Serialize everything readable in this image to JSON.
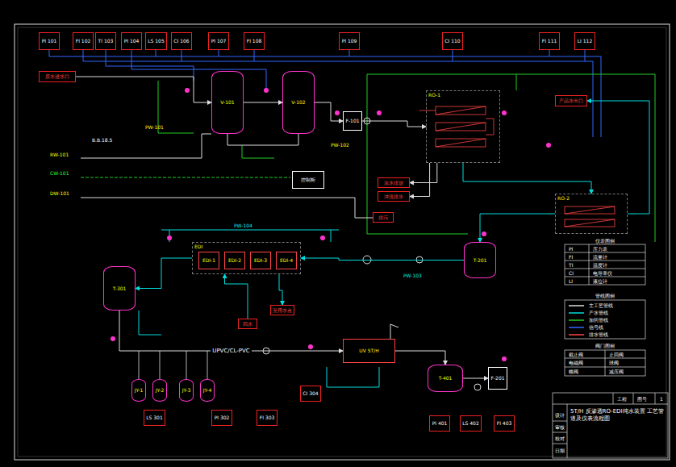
{
  "diagram": {
    "title": "5T/H 反渗透RO-EDI纯水装置 工艺管道及仪表流程图",
    "nodes": [
      {
        "text": [
          "原水进水口"
        ]
      },
      {
        "text": [
          "V-101"
        ]
      },
      {
        "text": [
          "V-102"
        ]
      },
      {
        "text": [
          "F-101"
        ]
      },
      {
        "text": [
          "RO-1"
        ]
      },
      {
        "text": [
          "RO-2"
        ]
      },
      {
        "text": [
          "产品水出口"
        ]
      },
      {
        "text": [
          "浓水排放"
        ]
      },
      {
        "text": [
          "冲洗排水"
        ]
      },
      {
        "text": [
          "排污"
        ]
      },
      {
        "text": [
          "控制柜"
        ]
      },
      {
        "text": [
          "T-201"
        ]
      },
      {
        "text": [
          "EDI"
        ]
      },
      {
        "text": [
          "EDI-1"
        ],
        "in": 12
      },
      {
        "text": [
          "EDI-2"
        ],
        "in": 12
      },
      {
        "text": [
          "EDI-3"
        ],
        "in": 12
      },
      {
        "text": [
          "EDI-4"
        ],
        "in": 12
      },
      {
        "text": [
          "T-301"
        ]
      },
      {
        "text": [
          "UV 5T/H"
        ]
      },
      {
        "text": [
          "JY-1"
        ]
      },
      {
        "text": [
          "JY-2"
        ]
      },
      {
        "text": [
          "JY-3"
        ]
      },
      {
        "text": [
          "JY-4"
        ]
      },
      {
        "text": [
          "T-401"
        ]
      },
      {
        "text": [
          "F-201"
        ]
      },
      {
        "text": [
          "至用水点"
        ]
      },
      {
        "text": [
          "回水"
        ]
      },
      {
        "text": [
          "PI 101"
        ]
      },
      {
        "text": [
          "FI 102"
        ]
      },
      {
        "text": [
          "TI 103"
        ]
      },
      {
        "text": [
          "PI 104"
        ]
      },
      {
        "text": [
          "LS 105"
        ]
      },
      {
        "text": [
          "CI 106"
        ]
      },
      {
        "text": [
          "PI 107"
        ]
      },
      {
        "text": [
          "FI 108"
        ]
      },
      {
        "text": [
          "PI 109"
        ]
      },
      {
        "text": [
          "CI 110"
        ]
      },
      {
        "text": [
          "FI 111"
        ]
      },
      {
        "text": [
          "LI 112"
        ]
      },
      {
        "text": [
          "LS 301"
        ]
      },
      {
        "text": [
          "PI 302"
        ]
      },
      {
        "text": [
          "FI 303"
        ]
      },
      {
        "text": [
          "CI 304"
        ]
      },
      {
        "text": [
          "PI 401"
        ]
      },
      {
        "text": [
          "LS 402"
        ]
      },
      {
        "text": [
          "FI 403"
        ]
      }
    ],
    "edges": [
      {
        "from": 0,
        "to": 1,
        "arrow": "to"
      },
      {
        "from": 1,
        "to": 2,
        "arrow": "to"
      },
      {
        "from": 2,
        "to": 3,
        "arrow": "to"
      },
      {
        "from": 3,
        "to": 4,
        "arrow": "to"
      },
      {
        "from": 4,
        "to": 5,
        "arrow": "to"
      },
      {
        "from": 4,
        "to": 7,
        "arrow": "to"
      },
      {
        "from": 4,
        "to": 8,
        "arrow": "to"
      },
      {
        "from": 5,
        "to": 11,
        "arrow": "to"
      },
      {
        "from": 5,
        "to": 6,
        "arrow": "to"
      },
      {
        "from": 11,
        "to": 12,
        "arrow": "to"
      },
      {
        "from": 12,
        "to": 17,
        "arrow": "to"
      },
      {
        "from": 17,
        "to": 18,
        "label": "UPVC/CL-PVC",
        "arrow": "to"
      },
      {
        "from": 18,
        "to": 23,
        "arrow": "to"
      },
      {
        "from": 23,
        "to": 24,
        "arrow": "to"
      },
      {
        "from": 12,
        "to": 25,
        "arrow": "to"
      },
      {
        "from": 26,
        "to": 12,
        "arrow": "to"
      }
    ],
    "labels": [
      "B.B.18.5",
      "PW-101",
      "PW-102",
      "RW-101",
      "CW-101",
      "DW-101",
      "PW-103",
      "PW-104",
      "仪表图例",
      "PI",
      "压力表",
      "FI",
      "流量计",
      "TI",
      "温度计",
      "CI",
      "电导率仪",
      "LI",
      "液位计",
      "管线图例",
      "阀门图例",
      "截止阀",
      "止回阀",
      "电磁阀",
      "球阀",
      "蝶阀",
      "减压阀",
      "工程",
      "图号",
      "1",
      "设计",
      "审核",
      "校对",
      "日期"
    ],
    "legend": [
      {
        "text": "主工艺管线"
      },
      {
        "text": "产水管线"
      },
      {
        "text": "加药管线"
      },
      {
        "text": "信号线"
      },
      {
        "text": "排水管线"
      }
    ]
  }
}
